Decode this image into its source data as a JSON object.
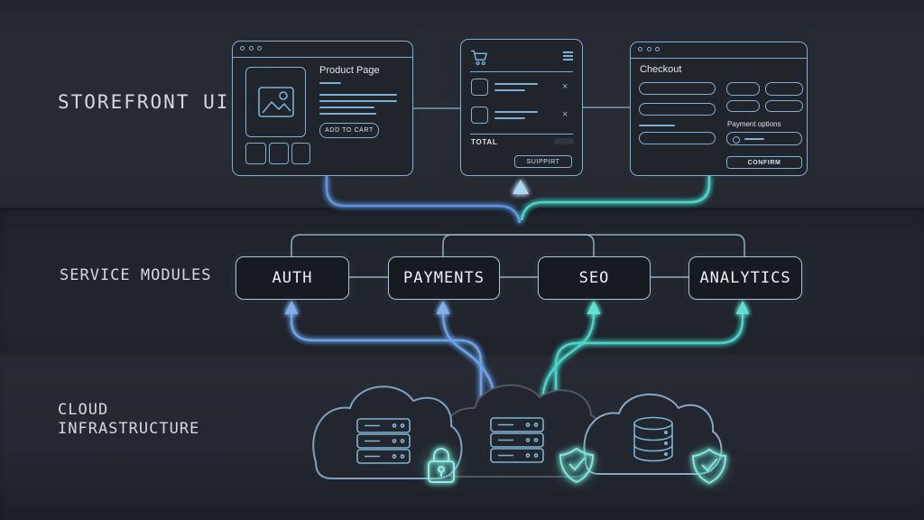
{
  "tiers": {
    "storefront": "STOREFRONT UI",
    "services": "SERVICE MODULES",
    "cloud_line1": "CLOUD",
    "cloud_line2": "INFRASTRUCTURE"
  },
  "product_window": {
    "title": "Product Page",
    "add_to_cart": "ADD TO CART"
  },
  "cart_window": {
    "total": "TOTAL",
    "button": "SUIPPIRT"
  },
  "checkout_window": {
    "title": "Checkout",
    "payment_label": "Payment options",
    "confirm": "CONFIRM"
  },
  "services": [
    "AUTH",
    "PAYMENTS",
    "SEO",
    "ANALYTICS"
  ],
  "icons": {
    "window_dots": "browser-dots",
    "cart": "shopping-cart",
    "menu": "hamburger-menu",
    "remove": "×",
    "image_placeholder": "image",
    "servers": "server-rack",
    "database": "database-cylinder",
    "lock": "padlock",
    "shield": "shield-check"
  },
  "colors": {
    "background_top": "#262a33",
    "background_middle": "#20242c",
    "background_bottom": "#242832",
    "outline_blue": "#7db0d4",
    "bracket_gray": "#8fafc5",
    "accent_blue": "#5f93e0",
    "accent_teal": "#49d6c8",
    "glow_center": "#a8dcf0",
    "box_border": "#a9c4d4",
    "label_text": "#d4d9de"
  }
}
